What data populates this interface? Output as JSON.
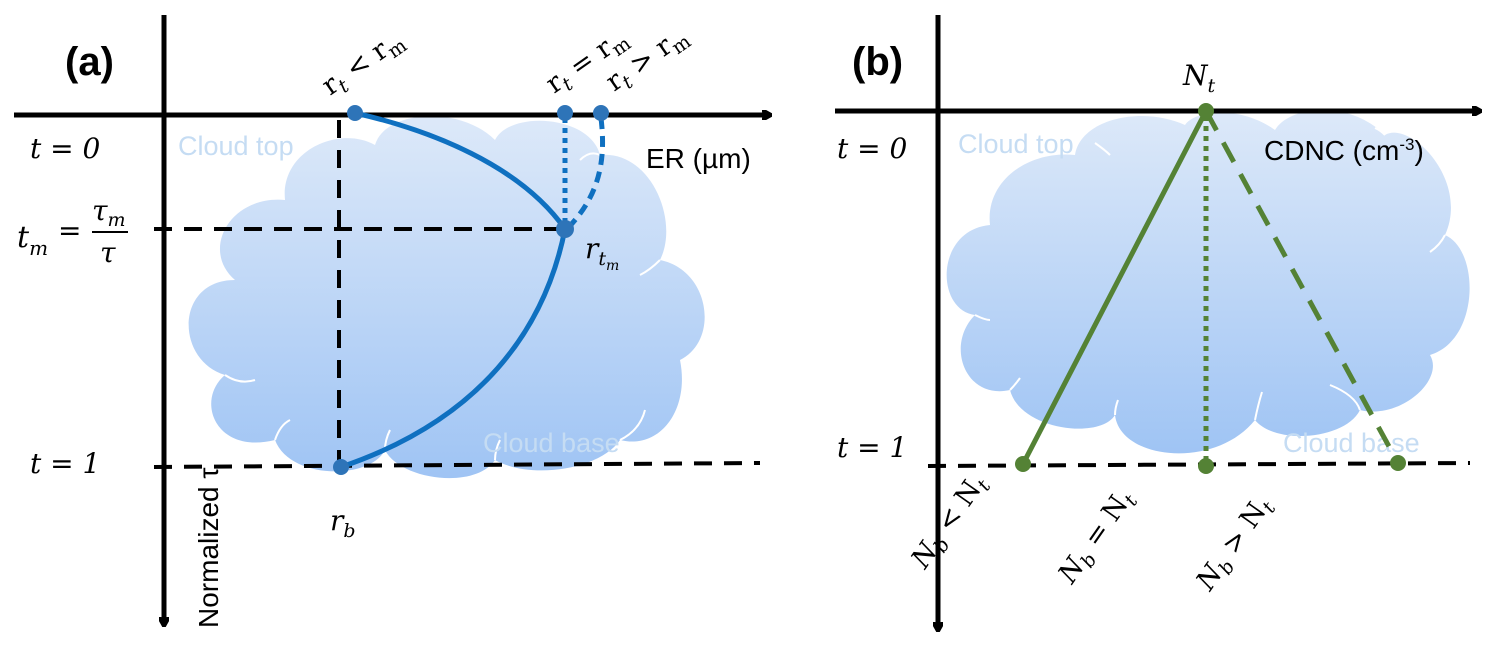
{
  "colors": {
    "axis": "#000000",
    "er_curve": "#0f70c0",
    "er_marker": "#2e74b8",
    "cdnc_line": "#548235",
    "cloud_top": "#dde9f9",
    "cloud_bottom": "#9fc4f4",
    "cloud_text": "#c5dcf3"
  },
  "panel_a": {
    "label": "(a)",
    "x_axis_label": "ER (µm)",
    "y_axis_label": "Normalized τ",
    "y_ticks": {
      "top": "t = 0",
      "middle_lhs": "t",
      "middle_sub": "m",
      "middle_eq": "=",
      "middle_num": "τ",
      "middle_num_sub": "m",
      "middle_den": "τ",
      "bottom": "t = 1"
    },
    "cloud_top_label": "Cloud top",
    "cloud_base_label": "Cloud base",
    "annotations": {
      "rt_less": "r",
      "rt_less_sub": "t",
      "rt_less_rel": " < r",
      "rt_less_rhs_sub": "m",
      "rt_equal": "r",
      "rt_equal_sub": "t",
      "rt_equal_rel": " = r",
      "rt_equal_rhs_sub": "m",
      "rt_greater": "r",
      "rt_greater_sub": "t",
      "rt_greater_rel": " > r",
      "rt_greater_rhs_sub": "m",
      "rtm": "r",
      "rtm_sub": "t",
      "rtm_subsub": "m",
      "rb": "r",
      "rb_sub": "b"
    },
    "cases": [
      {
        "name": "rt < rm",
        "style": "solid",
        "shape": "curve from top point through r_tm to r_b"
      },
      {
        "name": "rt = rm",
        "style": "dotted",
        "shape": "vertical to r_tm"
      },
      {
        "name": "rt > rm",
        "style": "dashed",
        "shape": "curve to r_tm"
      }
    ]
  },
  "panel_b": {
    "label": "(b)",
    "x_axis_label": "CDNC (cm",
    "x_axis_label_sup": "-3",
    "x_axis_label_close": ")",
    "y_ticks": {
      "top": "t = 0",
      "bottom": "t = 1"
    },
    "cloud_top_label": "Cloud top",
    "cloud_base_label": "Cloud base",
    "annotations": {
      "nt": "N",
      "nt_sub": "t",
      "nb_less": "N",
      "nb_less_sub": "b",
      "nb_less_rel": " < N",
      "nb_less_rhs_sub": "t",
      "nb_equal": "N",
      "nb_equal_sub": "b",
      "nb_equal_rel": " = N",
      "nb_equal_rhs_sub": "t",
      "nb_greater": "N",
      "nb_greater_sub": "b",
      "nb_greater_rel": " > N",
      "nb_greater_rhs_sub": "t"
    },
    "cases": [
      {
        "name": "Nb < Nt",
        "style": "solid"
      },
      {
        "name": "Nb = Nt",
        "style": "dotted"
      },
      {
        "name": "Nb > Nt",
        "style": "dashed"
      }
    ]
  }
}
